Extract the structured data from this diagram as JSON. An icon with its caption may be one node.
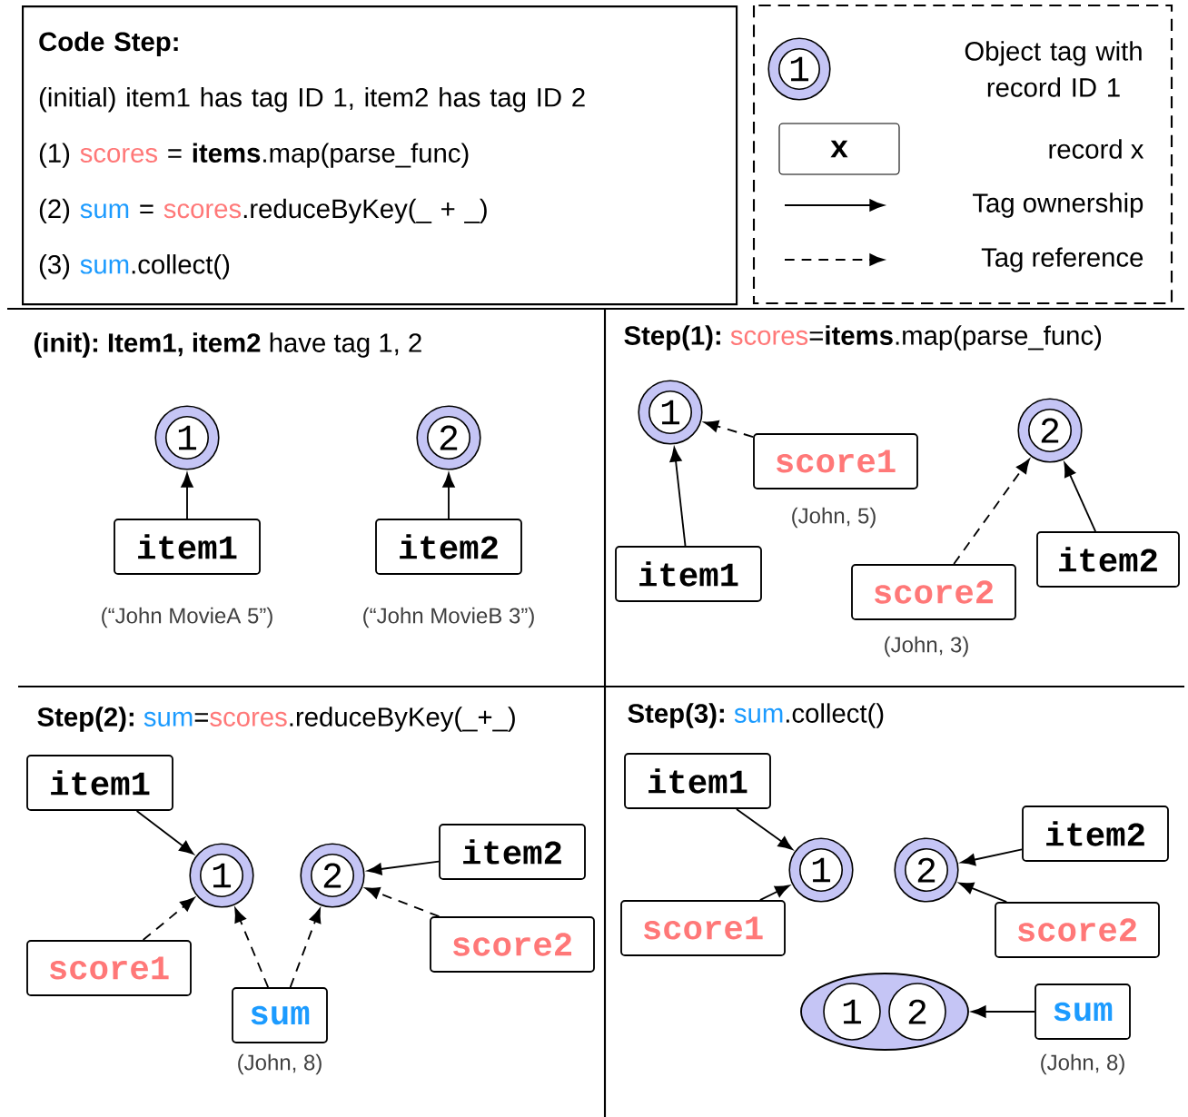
{
  "diagram": {
    "nodes": [
      {
        "text": [
          "Code Step:",
          "(initial) item1 has tag ID 1, item2 has tag ID 2",
          "(1)",
          "scores",
          "= **items**.map(parse_func)",
          "(2)",
          "sum",
          "=",
          "scores",
          ".reduceByKey(_ + _)",
          "(3)",
          "sum",
          ".collect()"
        ]
      },
      {
        "text": [
          "1"
        ]
      },
      {
        "text": [
          "2"
        ]
      },
      {
        "text": [
          "item1"
        ],
        "beside": [
          "(“John MovieA 5”)"
        ]
      },
      {
        "text": [
          "item2"
        ],
        "beside": [
          "(“John MovieB 3”)"
        ]
      },
      {
        "text": [
          "1"
        ]
      },
      {
        "text": [
          "score1"
        ],
        "beside": [
          "(John, 5)"
        ]
      },
      {
        "text": [
          "2"
        ]
      },
      {
        "text": [
          "item1"
        ]
      },
      {
        "text": [
          "score2"
        ],
        "beside": [
          "(John, 3)"
        ]
      },
      {
        "text": [
          "item2"
        ]
      },
      {
        "text": [
          "item1"
        ]
      },
      {
        "text": [
          "1"
        ]
      },
      {
        "text": [
          "2"
        ]
      },
      {
        "text": [
          "item2"
        ]
      },
      {
        "text": [
          "score2"
        ]
      },
      {
        "text": [
          "score1"
        ]
      },
      {
        "text": [
          "sum"
        ],
        "beside": [
          "(John, 8)"
        ]
      },
      {
        "text": [
          "item1"
        ]
      },
      {
        "text": [
          "1"
        ]
      },
      {
        "text": [
          "2"
        ]
      },
      {
        "text": [
          "item2"
        ]
      },
      {
        "text": [
          "score2"
        ]
      },
      {
        "text": [
          "score1"
        ]
      },
      {
        "text": [],
        "shape": "ellipse"
      },
      {
        "text": [
          "1"
        ],
        "in": 24
      },
      {
        "text": [
          "2"
        ],
        "in": 24
      },
      {
        "text": [
          "sum"
        ],
        "beside": [
          "(John, 8)"
        ]
      }
    ],
    "edges": [
      {
        "from": 3,
        "to": 1,
        "arrow": "to"
      },
      {
        "from": 4,
        "to": 2,
        "arrow": "to"
      },
      {
        "from": 8,
        "to": 5,
        "arrow": "to"
      },
      {
        "from": 6,
        "to": 5,
        "arrow": "to",
        "style": "dashed"
      },
      {
        "from": 9,
        "to": 7,
        "arrow": "to",
        "style": "dashed"
      },
      {
        "from": 10,
        "to": 7,
        "arrow": "to"
      },
      {
        "from": 11,
        "to": 12,
        "arrow": "to"
      },
      {
        "from": 14,
        "to": 13,
        "arrow": "to"
      },
      {
        "from": 16,
        "to": 12,
        "arrow": "to",
        "style": "dashed"
      },
      {
        "from": 15,
        "to": 13,
        "arrow": "to",
        "style": "dashed"
      },
      {
        "from": 17,
        "to": 12,
        "arrow": "to",
        "style": "dashed"
      },
      {
        "from": 17,
        "to": 13,
        "arrow": "to",
        "style": "dashed"
      },
      {
        "from": 18,
        "to": 19,
        "arrow": "to"
      },
      {
        "from": 23,
        "to": 19,
        "arrow": "to"
      },
      {
        "from": 21,
        "to": 20,
        "arrow": "to"
      },
      {
        "from": 22,
        "to": 20,
        "arrow": "to"
      },
      {
        "from": 27,
        "to": 24,
        "arrow": "to"
      }
    ],
    "labels": [
      "1",
      "x",
      "(init):",
      "**Item1, item2** have tag 1, 2",
      "Step(1):",
      "scores",
      "=**items**.map(parse_func)",
      "Step(2):",
      "sum",
      "=",
      "scores",
      ".reduceByKey(_+_)",
      "Step(3):",
      "sum",
      ".collect()"
    ],
    "legend": [
      {
        "text": "Object tag with record ID 1"
      },
      {
        "text": "record x"
      },
      {
        "text": "Tag ownership"
      },
      {
        "text": "Tag reference"
      }
    ]
  }
}
